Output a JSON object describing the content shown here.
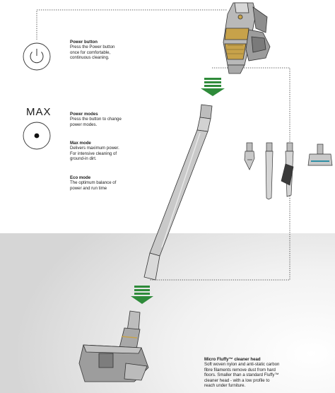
{
  "power_button": {
    "title": "Power button",
    "body": "Press the Power button\nonce for comfortable,\ncontinuous cleaning."
  },
  "max_badge": {
    "label": "MAX"
  },
  "power_modes": {
    "title": "Power modes",
    "body": "Press the button to change\npower modes."
  },
  "max_mode": {
    "title": "Max mode",
    "body": "Delivers maximum power.\nFor intensive cleaning of\nground-in dirt."
  },
  "eco_mode": {
    "title": "Eco mode",
    "body": "The optimum balance of\npower and run time"
  },
  "cleaner_head": {
    "title": "Micro Fluffy™ cleaner head",
    "body": "Soft woven nylon and anti-static carbon\nfibre filaments remove dust from hard\nfloors. Smaller than a standard Fluffy™\ncleaner head - with a low profile to\nreach under furniture."
  },
  "colors": {
    "arrow_green": "#2e8b3a",
    "line": "#1a1a1a",
    "wand_grey": "#c9c9c9",
    "accent_copper": "#c7a24a"
  }
}
